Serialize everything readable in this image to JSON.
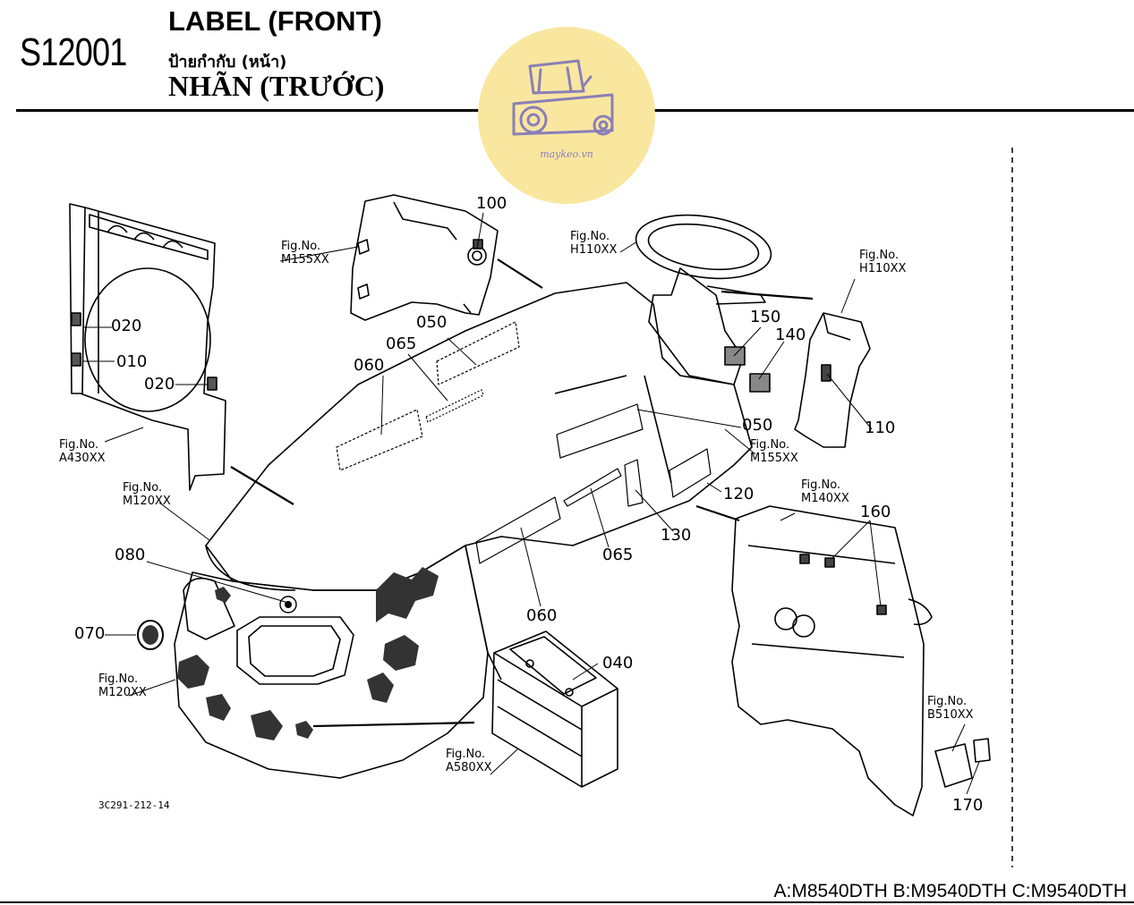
{
  "header": {
    "code": "S12001",
    "title_en": "LABEL (FRONT)",
    "title_th": "ป้ายกำกับ (หน้า)",
    "title_vi": "NHÃN (TRƯỚC)"
  },
  "watermark": {
    "text": "maykeo.vn"
  },
  "drawing_id": "3C291-212-14",
  "models": "A:M8540DTH B:M9540DTH C:M9540DTH",
  "fig_prefix": "Fig.No.",
  "fig_refs": {
    "m155_top": "M155XX",
    "h110_wheel": "H110XX",
    "h110_panel": "H110XX",
    "a430": "A430XX",
    "m120_top": "M120XX",
    "m155_side": "M155XX",
    "m140": "M140XX",
    "m120_bottom": "M120XX",
    "b510": "B510XX",
    "a580": "A580XX"
  },
  "part_labels": {
    "p100": "100",
    "p020a": "020",
    "p010": "010",
    "p020b": "020",
    "p050a": "050",
    "p065a": "065",
    "p060a": "060",
    "p150": "150",
    "p140": "140",
    "p110": "110",
    "p050b": "050",
    "p120": "120",
    "p130": "130",
    "p065b": "065",
    "p160": "160",
    "p080": "080",
    "p070": "070",
    "p060b": "060",
    "p040": "040",
    "p170": "170"
  }
}
